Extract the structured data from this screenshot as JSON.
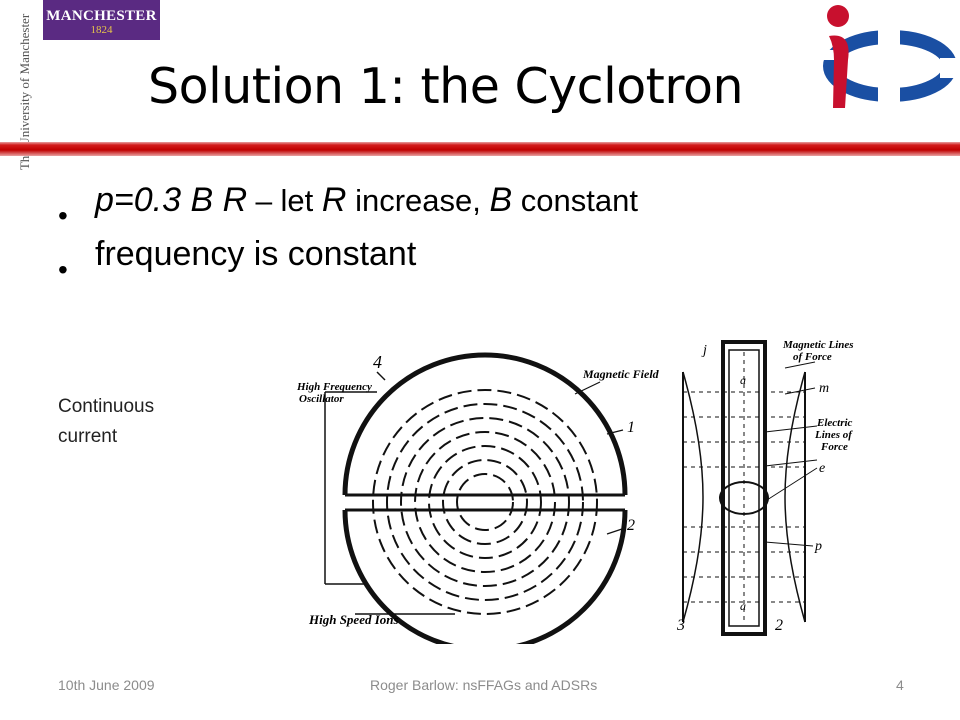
{
  "logo": {
    "manchester_text": "MANCHESTER",
    "manchester_year": "1824",
    "university_text": "The University of Manchester"
  },
  "title": "Solution 1: the Cyclotron",
  "bullets": {
    "b1": {
      "p": "p",
      "eq": "=0.3 ",
      "B": "B",
      "R": " R",
      "dash": " – ",
      "let": "let ",
      "R2": "R",
      "increase": " increase, ",
      "B2": "B",
      "constant": " constant"
    },
    "b2": "frequency is constant"
  },
  "side_note": {
    "line1": "Continuous",
    "line2": "current"
  },
  "figure": {
    "labels": {
      "num4": "4",
      "hf1": "High Frequency",
      "hf2": "Oscillator",
      "magfield": "Magnetic Field",
      "num1": "1",
      "num2": "2",
      "hsi": "High Speed Ions",
      "r_j": "j",
      "mag_lines1": "Magnetic Lines",
      "mag_lines2": "of Force",
      "m": "m",
      "el1": "Electric",
      "el2": "Lines of",
      "el3": "Force",
      "e": "e",
      "p": "p",
      "a_top": "a",
      "a_bot": "a",
      "r3": "3",
      "r2": "2"
    }
  },
  "footer": {
    "date": "10th June 2009",
    "center": "Roger Barlow: nsFFAGs and ADSRs",
    "page": "4"
  }
}
